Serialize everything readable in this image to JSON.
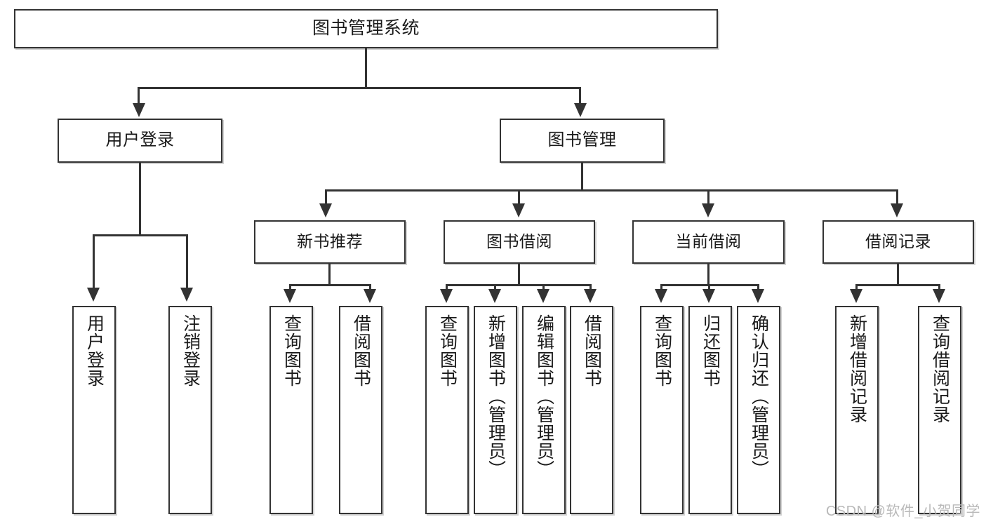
{
  "diagram": {
    "title": "图书管理系统",
    "type": "tree",
    "watermark": "CSDN @软件_小贺同学",
    "colors": {
      "stroke": "#333333",
      "fill": "#ffffff",
      "text": "#1a1a1a",
      "watermark": "#b9b9b9"
    },
    "nodes": {
      "root": {
        "label": "图书管理系统"
      },
      "level1": [
        {
          "id": "user-login",
          "label": "用户登录"
        },
        {
          "id": "book-manage",
          "label": "图书管理"
        }
      ],
      "level2": [
        {
          "id": "new-book-rec",
          "label": "新书推荐"
        },
        {
          "id": "book-borrow",
          "label": "图书借阅"
        },
        {
          "id": "current-borrow",
          "label": "当前借阅"
        },
        {
          "id": "borrow-record",
          "label": "借阅记录"
        }
      ],
      "leaves": {
        "user_login": [
          {
            "id": "leaf-user-login",
            "label": "用户登录"
          },
          {
            "id": "leaf-user-logout",
            "label": "注销登录"
          }
        ],
        "new_book_rec": [
          {
            "id": "leaf-query-book-1",
            "label": "查询图书"
          },
          {
            "id": "leaf-borrow-book-1",
            "label": "借阅图书"
          }
        ],
        "book_borrow": [
          {
            "id": "leaf-query-book-2",
            "label": "查询图书"
          },
          {
            "id": "leaf-add-book",
            "label": "新增图书（管理员）"
          },
          {
            "id": "leaf-edit-book",
            "label": "编辑图书（管理员）"
          },
          {
            "id": "leaf-borrow-book-2",
            "label": "借阅图书"
          }
        ],
        "current_borrow": [
          {
            "id": "leaf-query-book-3",
            "label": "查询图书"
          },
          {
            "id": "leaf-return-book",
            "label": "归还图书"
          },
          {
            "id": "leaf-confirm-return",
            "label": "确认归还（管理员）"
          }
        ],
        "borrow_record": [
          {
            "id": "leaf-add-record",
            "label": "新增借阅记录"
          },
          {
            "id": "leaf-query-record",
            "label": "查询借阅记录"
          }
        ]
      }
    }
  }
}
